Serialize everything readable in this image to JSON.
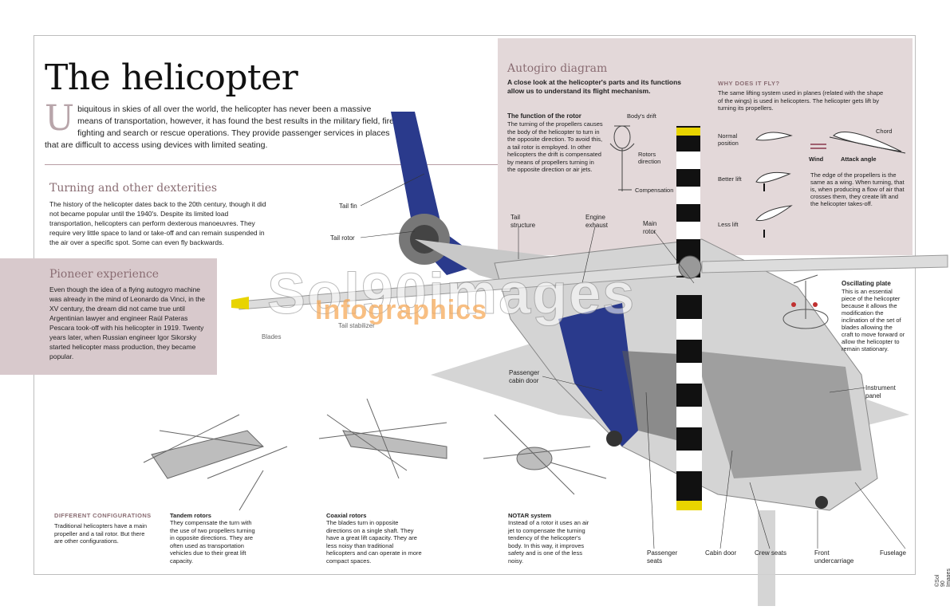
{
  "title": "The helicopter",
  "intro": {
    "dropcap": "U",
    "text": "biquitous in skies of all over the world, the helicopter has never been a massive means of transportation, however, it has found the best results in the military field, fire fighting and search or rescue operations. They provide passenger services in places that are difficult to access using devices with limited seating."
  },
  "turning": {
    "heading": "Turning and other dexterities",
    "text": "The history of the helicopter dates back to the 20th century, though it did not became popular until the 1940's. Despite its limited load transportation, helicopters can perform dexterous manoeuvres. They require very little space to land or take-off and can remain suspended in the air over a specific spot. Some can even fly backwards."
  },
  "pioneer": {
    "heading": "Pioneer experience",
    "text": "Even though the idea of a flying autogyro machine was already in the mind of Leonardo da Vinci, in the XV century, the dream did not came true until Argentinian lawyer and engineer Raúl Pateras Pescara took-off with his helicopter in 1919. Twenty years later, when Russian engineer Igor Sikorsky started helicopter mass production, they became popular."
  },
  "autogiro": {
    "heading": "Autogiro diagram",
    "text": "A close look at the helicopter's parts and its functions allow us to understand its flight mechanism.",
    "rotor_fn_heading": "The function of the rotor",
    "rotor_fn_text": "The turning of the propellers causes the body of the helicopter to turn in the opposite direction. To avoid this, a tail rotor is employed. In other helicopters the drift is compensated by means of propellers turning in the opposite direction or air jets.",
    "bodys_drift": "Body's drift",
    "rotors_direction": "Rotors direction",
    "compensation": "Compensation",
    "why_heading": "WHY DOES IT FLY?",
    "why_text": "The same lifting system used in planes (related with the shape of the wings) is used in helicopters. The helicopter gets lift by turning its propellers.",
    "normal_position": "Normal position",
    "better_lift": "Better lift",
    "less_lift": "Less lift",
    "chord": "Chord",
    "wind": "Wind",
    "attack_angle": "Attack angle",
    "edge_text": "The edge of the propellers is the same as a wing. When turning, that is, when producing a flow of air that crosses them, they create lift and the helicopter takes-off."
  },
  "oscillating": {
    "heading": "Oscillating plate",
    "text": "This is an essential piece of the helicopter because it allows the modification the inclination of the set of blades allowing the craft to move forward or allow the helicopter to remain stationary."
  },
  "labels": {
    "tail_fin": "Tail fin",
    "tail_rotor": "Tail rotor",
    "tail_structure": "Tail structure",
    "engine_exhaust": "Engine exhaust",
    "main_rotor": "Main rotor",
    "blades": "Blades",
    "tail_stabilizer": "Tail stabilizer",
    "passenger_cabin_door": "Passenger cabin door",
    "instrument_panel": "Instrument panel",
    "passenger_seats": "Passenger seats",
    "cabin_door": "Cabin door",
    "crew_seats": "Crew seats",
    "front_undercarriage": "Front undercarriage",
    "fuselage": "Fuselage"
  },
  "configurations": {
    "heading": "DIFFERENT CONFIGURATIONS",
    "text": "Traditional helicopters have a main propeller and a tail rotor. But there are other configurations.",
    "tandem_heading": "Tandem rotors",
    "tandem_text": "They compensate the turn with the use of two propellers turning in opposite directions. They are often used as transportation vehicles due to their great lift capacity.",
    "coaxial_heading": "Coaxial rotors",
    "coaxial_text": "The blades turn in opposite directions on a single shaft. They have a great lift capacity. They are less noisy than traditional helicopters and can operate in more compact spaces.",
    "notar_heading": "NOTAR system",
    "notar_text": "Instead of a rotor it uses an air jet to compensate the turning tendency of the helicopter's body. In this way, it improves safety and is one of the less noisy."
  },
  "watermark": {
    "main": "Sol90images",
    "sub": "Infographics"
  },
  "credit": "©Sol 90 Images",
  "colors": {
    "accent": "#8a6d73",
    "panel": "#d8c9cc",
    "autogiro_panel": "#e3d8d9",
    "fuselage_blue": "#2a3a8c"
  }
}
